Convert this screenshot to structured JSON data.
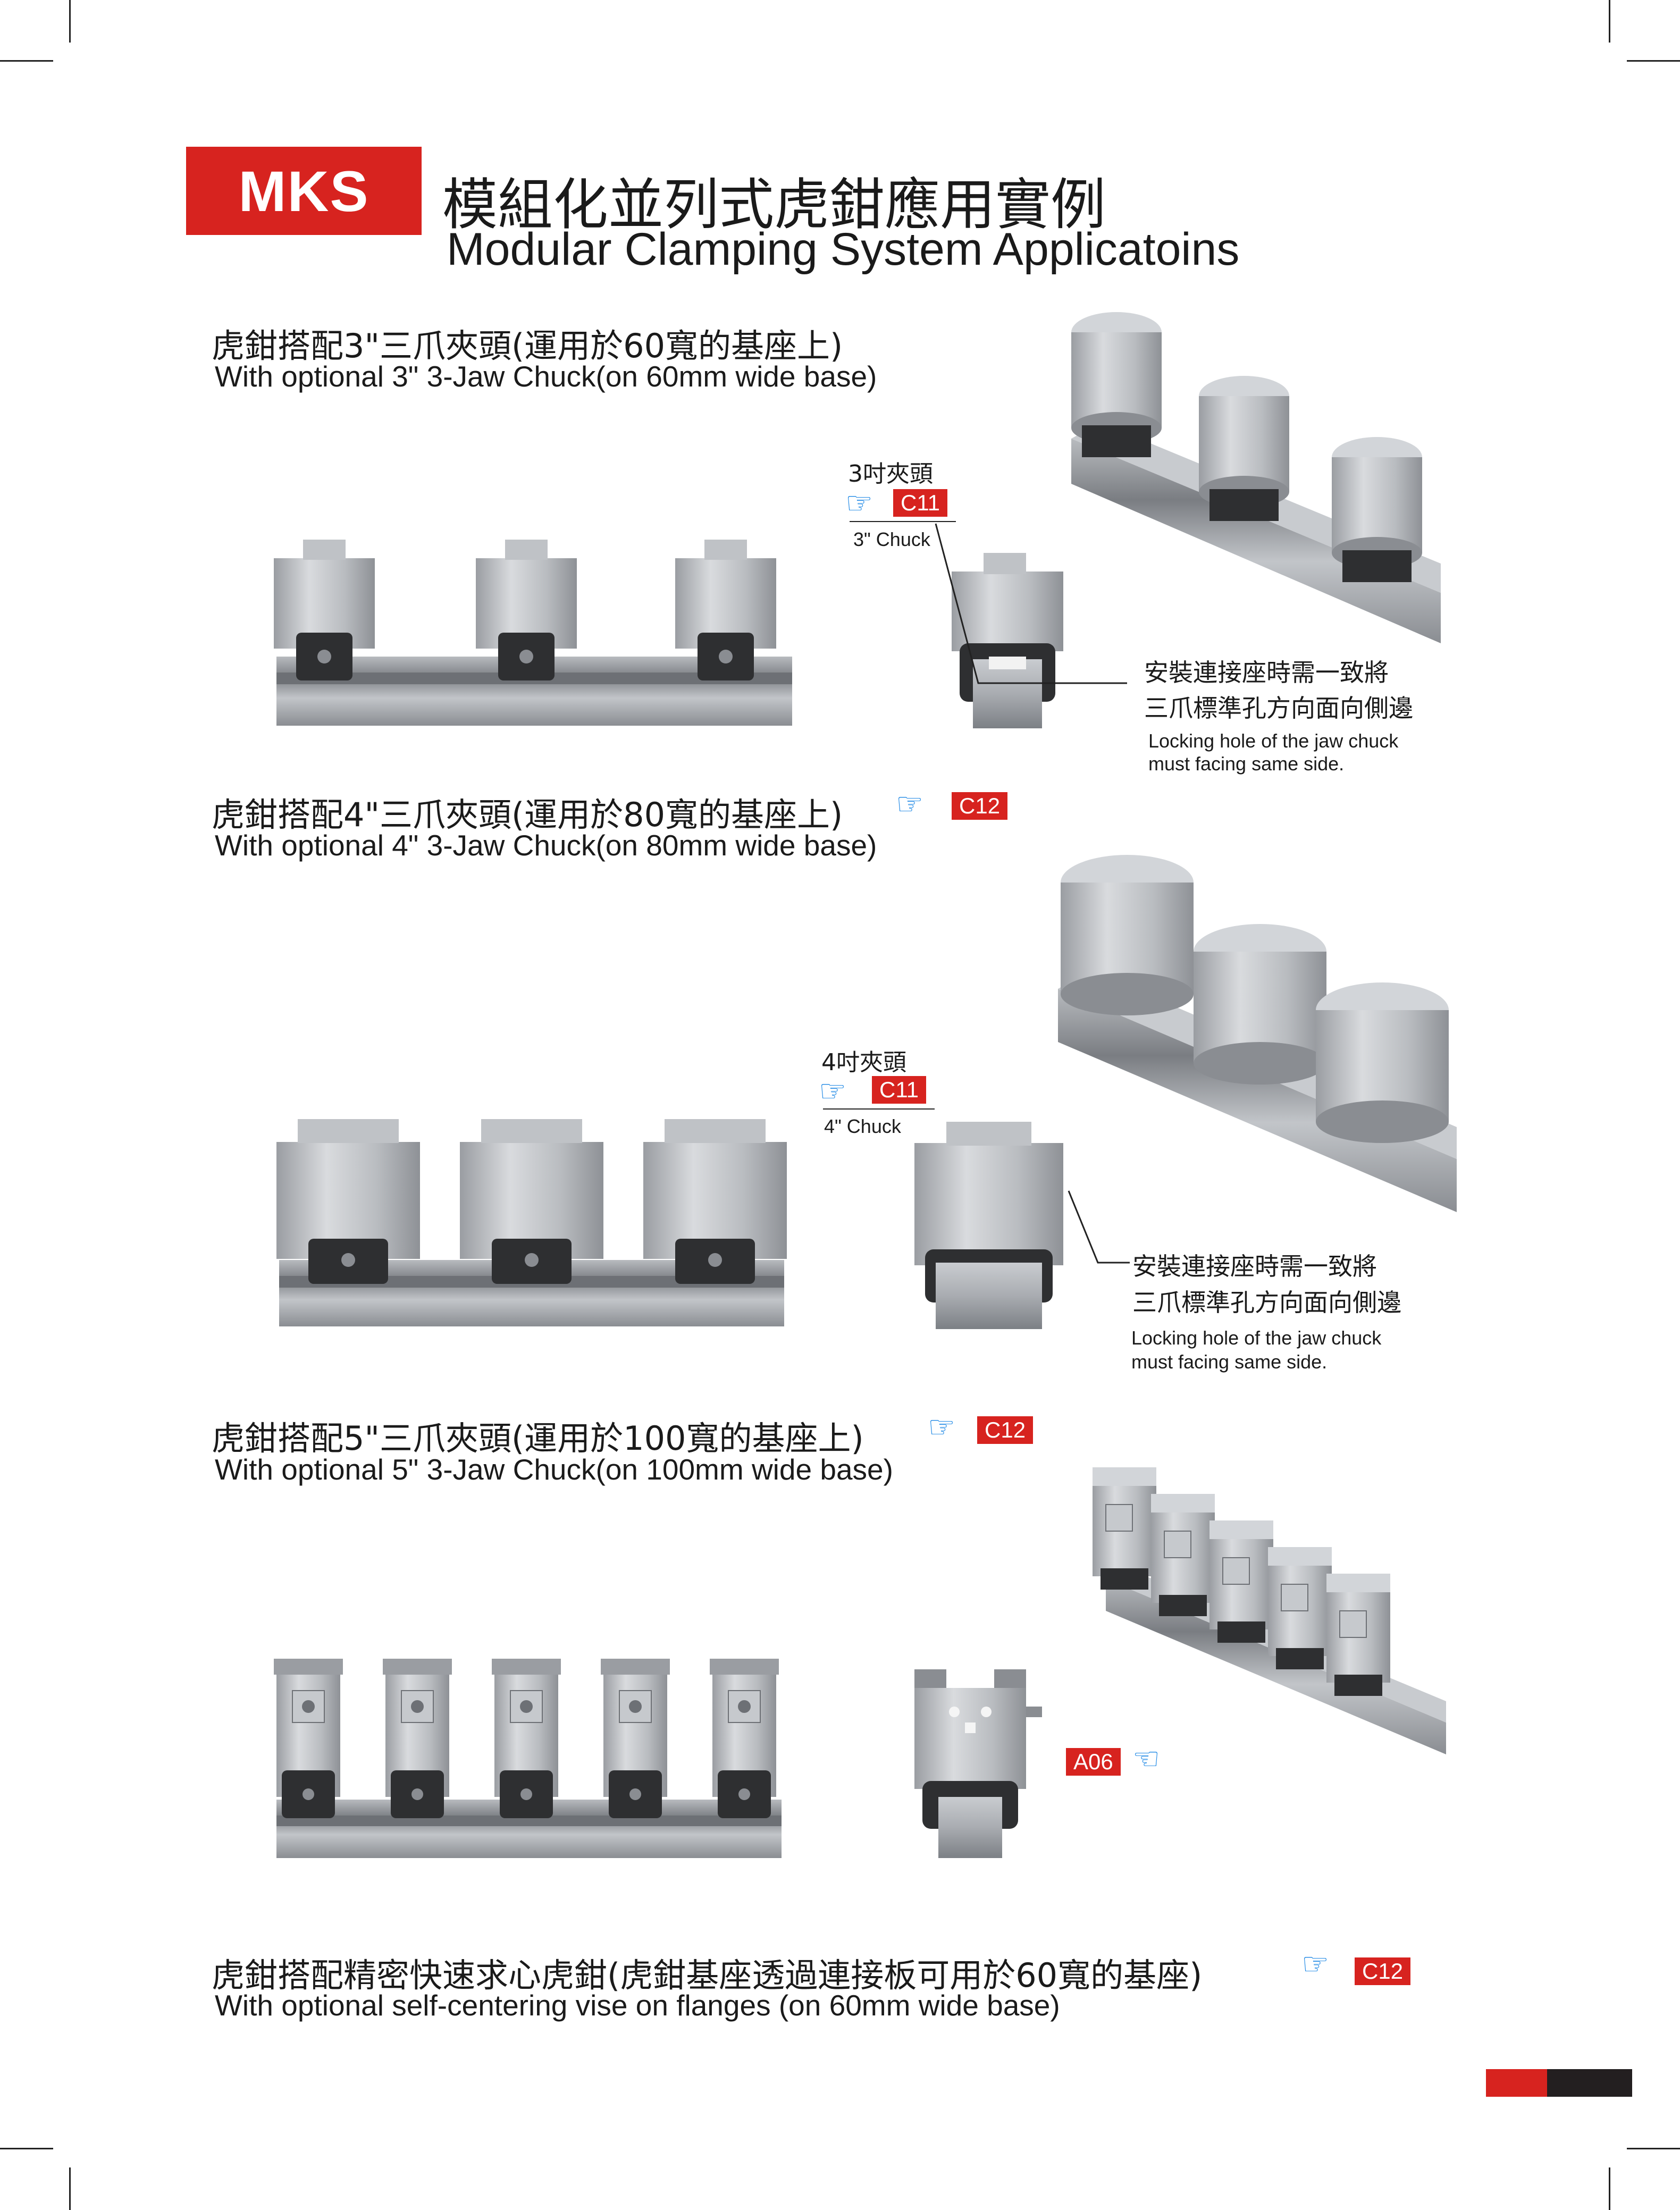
{
  "header": {
    "brand": "MKS",
    "title_zh": "模組化並列式虎鉗應用實例",
    "title_en": "Modular Clamping System Applicatoins"
  },
  "sections": [
    {
      "title_zh": "虎鉗搭配3\"三爪夾頭(運用於60寬的基座上)",
      "title_en": "With optional 3\" 3-Jaw Chuck(on 60mm wide base)",
      "callout_zh": "3吋夾頭",
      "callout_badge": "C11",
      "callout_en": "3\" Chuck",
      "note_zh_1": "安裝連接座時需一致將",
      "note_zh_2": "三爪標準孔方向面向側邊",
      "note_en_1": "Locking hole of the jaw chuck",
      "note_en_2": "must facing same side."
    },
    {
      "title_zh": "虎鉗搭配4\"三爪夾頭(運用於80寬的基座上)",
      "title_badge": "C12",
      "title_en": "With optional 4\" 3-Jaw Chuck(on 80mm wide base)",
      "callout_zh": "4吋夾頭",
      "callout_badge": "C11",
      "callout_en": "4\"  Chuck",
      "note_zh_1": "安裝連接座時需一致將",
      "note_zh_2": "三爪標準孔方向面向側邊",
      "note_en_1": "Locking hole of the jaw chuck",
      "note_en_2": "must facing same side."
    },
    {
      "title_zh": "虎鉗搭配5\"三爪夾頭(運用於100寬的基座上)",
      "title_badge": "C12",
      "title_en": "With optional 5\" 3-Jaw Chuck(on 100mm wide base)",
      "side_badge": "A06"
    },
    {
      "title_zh": "虎鉗搭配精密快速求心虎鉗(虎鉗基座透過連接板可用於60寬的基座)",
      "title_badge": "C12",
      "title_en": "With optional self-centering vise on flanges (on 60mm wide base)"
    }
  ],
  "icons": {
    "pointer": "pointing-hand-icon"
  },
  "colors": {
    "accent_red": "#d7231f",
    "pointer_blue": "#1e88e5",
    "footer_dark": "#231f20"
  }
}
